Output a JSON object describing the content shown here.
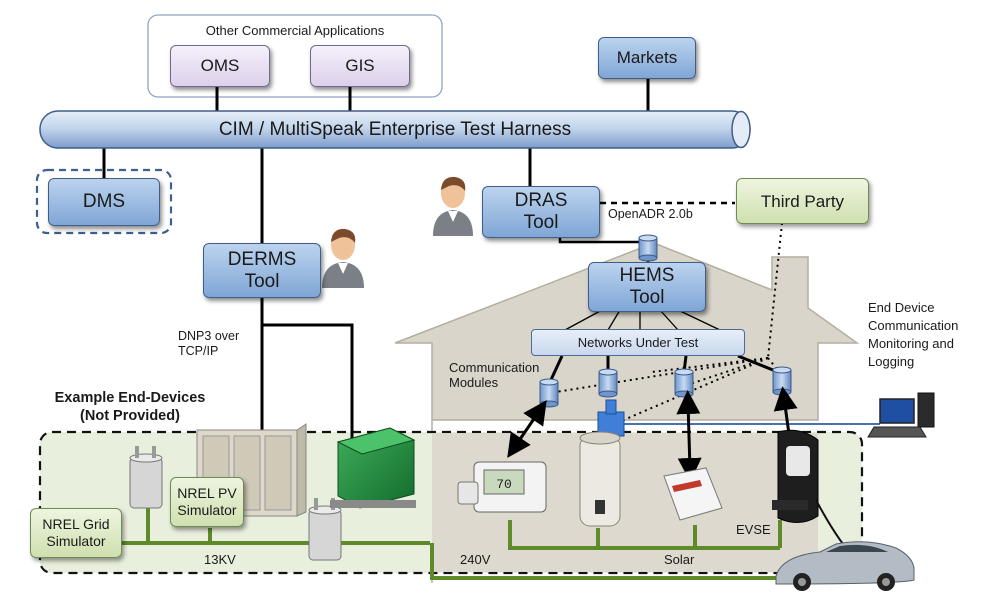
{
  "other_apps": {
    "title": "Other Commercial Applications",
    "oms": "OMS",
    "gis": "GIS"
  },
  "markets": "Markets",
  "harness": "CIM / MultiSpeak Enterprise Test Harness",
  "dms": "DMS",
  "dras": {
    "line1": "DRAS",
    "line2": "Tool"
  },
  "derms": {
    "line1": "DERMS",
    "line2": "Tool"
  },
  "third_party": "Third Party",
  "openadr": "OpenADR 2.0b",
  "hems": {
    "line1": "HEMS",
    "line2": "Tool"
  },
  "networks": "Networks Under Test",
  "comm_modules": {
    "line1": "Communication",
    "line2": "Modules"
  },
  "end_device_logging": {
    "line1": "End Device",
    "line2": "Communication",
    "line3": "Monitoring and",
    "line4": "Logging"
  },
  "dnp3": {
    "line1": "DNP3 over",
    "line2": "TCP/IP"
  },
  "example_devices": {
    "line1": "Example End-Devices",
    "line2": "(Not Provided)"
  },
  "nrel_pv": {
    "line1": "NREL PV",
    "line2": "Simulator"
  },
  "nrel_grid": {
    "line1": "NREL Grid",
    "line2": "Simulator"
  },
  "voltage_13kv": "13KV",
  "voltage_240v": "240V",
  "solar": "Solar",
  "evse": "EVSE",
  "thermostat_display": "70"
}
